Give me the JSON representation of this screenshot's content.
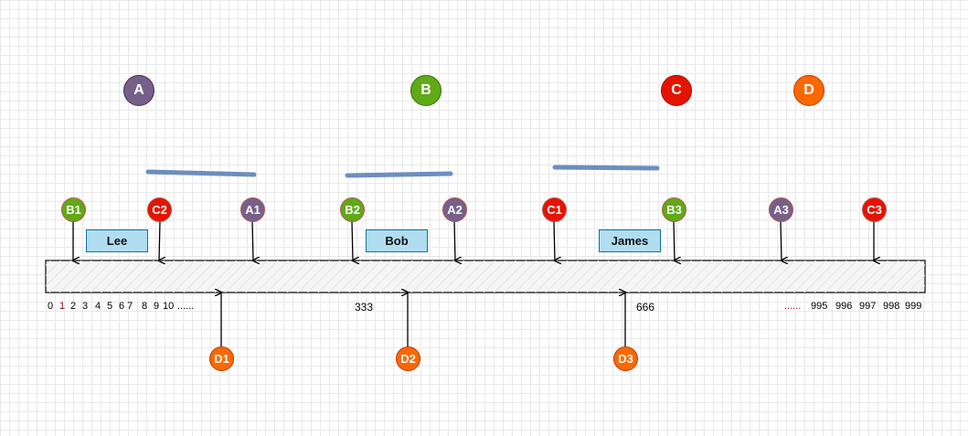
{
  "groups": {
    "a": "A",
    "b": "B",
    "c": "C",
    "d": "D"
  },
  "pointers": {
    "b1": "B1",
    "c2": "C2",
    "a1": "A1",
    "b2": "B2",
    "a2": "A2",
    "c1": "C1",
    "b3": "B3",
    "a3": "A3",
    "c3": "C3",
    "d1": "D1",
    "d2": "D2",
    "d3": "D3"
  },
  "labels": {
    "lee": "Lee",
    "bob": "Bob",
    "james": "James"
  },
  "indices": {
    "i0": "0",
    "i1": "1",
    "i2": "2",
    "i3": "3",
    "i4": "4",
    "i5": "5",
    "i67": "6 7",
    "i8": "8",
    "i9": "9",
    "i10": "10",
    "dots1": "......",
    "i333": "333",
    "i666": "666",
    "dots2": "......",
    "i995": "995",
    "i996": "996",
    "i997": "997",
    "i998": "998",
    "i999": "999"
  },
  "colors": {
    "A": "#76608a",
    "B": "#60a917",
    "C": "#e51400",
    "D": "#fa6800",
    "label_fill": "#b1ddf0"
  }
}
